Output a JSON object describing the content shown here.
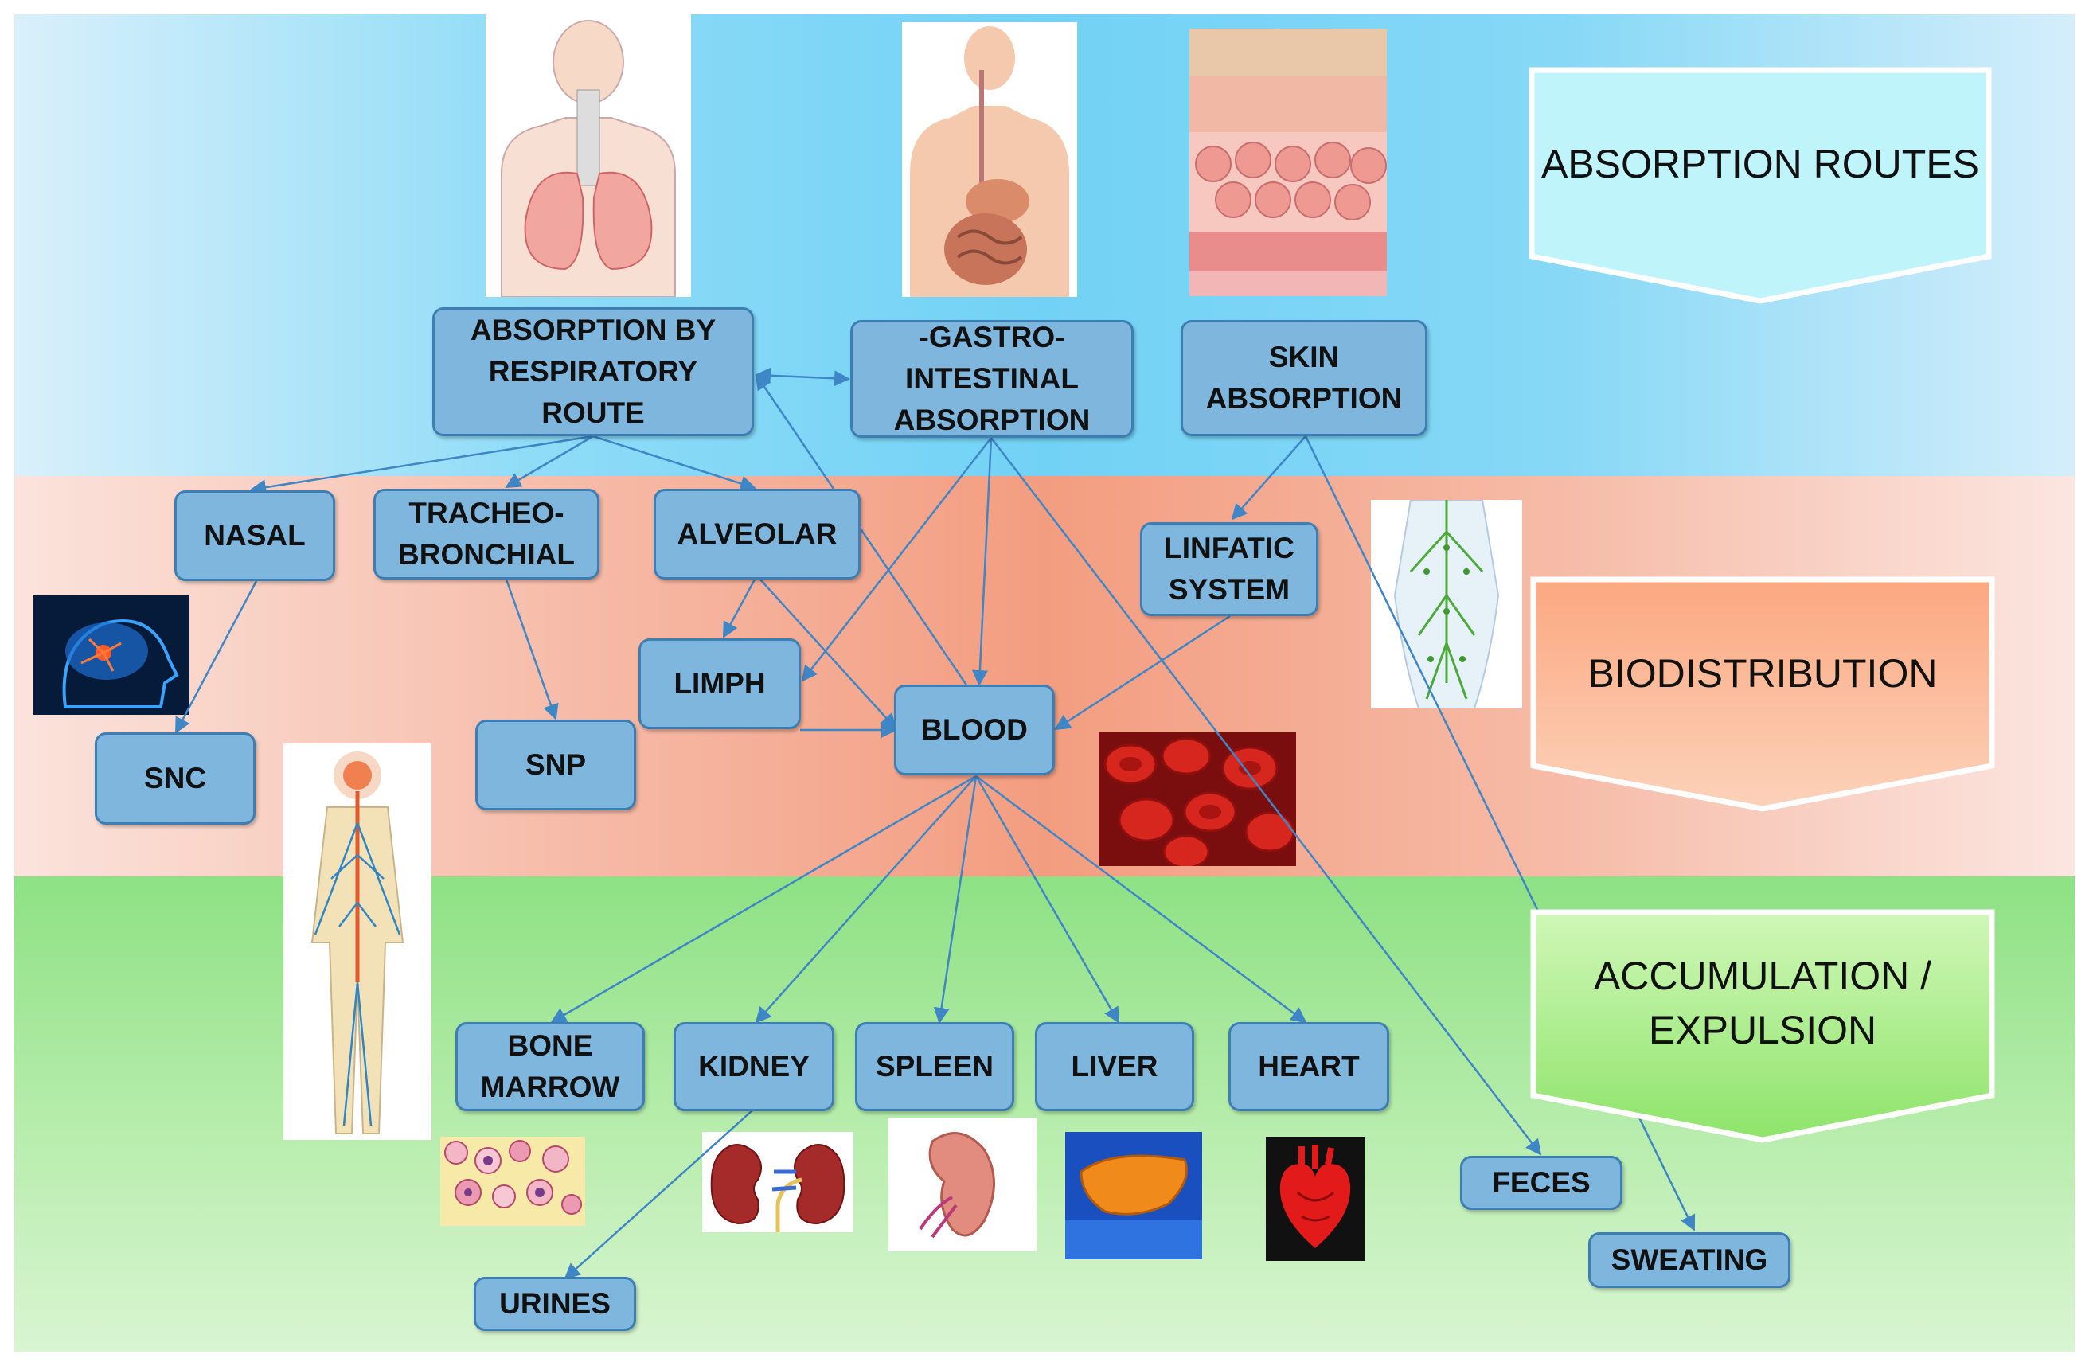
{
  "banners": {
    "absorption_routes": "ABSORPTION ROUTES",
    "biodistribution": "BIODISTRIBUTION",
    "accumulation": "ACCUMULATION /\nEXPULSION"
  },
  "nodes": {
    "respiratory": "ABSORPTION BY\nRESPIRATORY\nROUTE",
    "gastro": "-GASTRO-\nINTESTINAL\nABSORPTION",
    "skin": "SKIN\nABSORPTION",
    "nasal": "NASAL",
    "tracheo": "TRACHEO-\nBRONCHIAL",
    "alveolar": "ALVEOLAR",
    "linfatic": "LINFATIC\nSYSTEM",
    "limph": "LIMPH",
    "blood": "BLOOD",
    "snc": "SNC",
    "snp": "SNP",
    "bone_marrow": "BONE\nMARROW",
    "kidney": "KIDNEY",
    "spleen": "SPLEEN",
    "liver": "LIVER",
    "heart": "HEART",
    "feces": "FECES",
    "sweating": "SWEATING",
    "urines": "URINES"
  },
  "colors": {
    "node_fill": "#7fb6de",
    "node_border": "#3d7fb4",
    "arrow": "#3f86c6",
    "banner_blue": "#bff4fb",
    "banner_orange": "#fbb88f",
    "banner_green": "#9ee87a"
  },
  "illustrations": [
    "lungs-icon",
    "digestive-system-icon",
    "skin-layers-icon",
    "brain-icon",
    "lymphatic-system-icon",
    "nervous-system-icon",
    "red-blood-cells-icon",
    "bone-marrow-icon",
    "kidneys-icon",
    "spleen-icon",
    "liver-icon",
    "heart-icon"
  ]
}
